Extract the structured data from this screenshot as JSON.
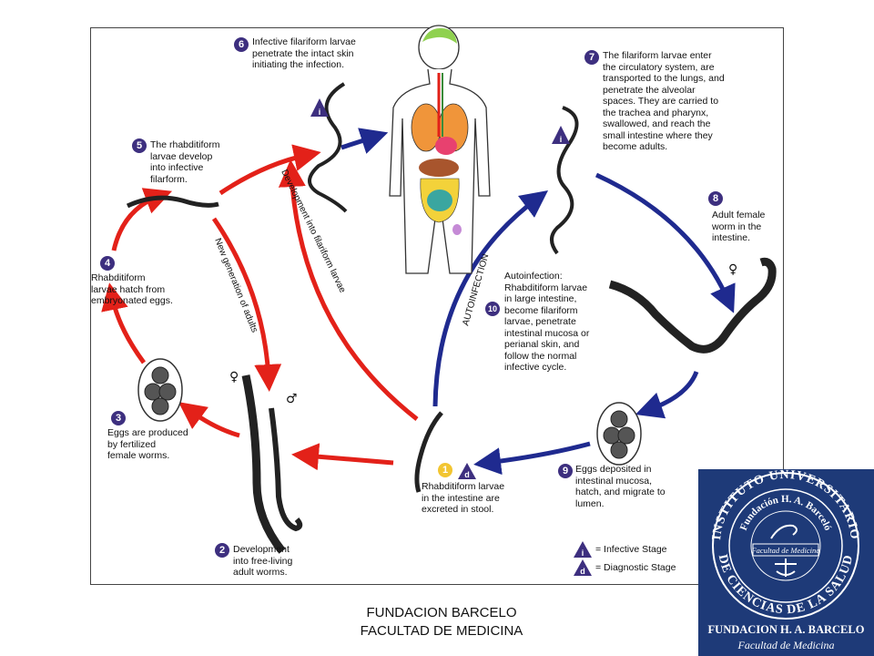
{
  "steps": [
    {
      "number": "1",
      "text_lines": [
        "Rhabditiform larvae",
        "in the intestine are",
        "excreted in stool."
      ]
    },
    {
      "number": "2",
      "text_lines": [
        "Development",
        "into free-living",
        "adult worms."
      ]
    },
    {
      "number": "3",
      "text_lines": [
        "Eggs are produced",
        "by fertilized",
        "female worms."
      ]
    },
    {
      "number": "4",
      "text_lines": [
        "Rhabditiform",
        "larvae hatch from",
        "embryonated eggs."
      ]
    },
    {
      "number": "5",
      "text_lines": [
        "The rhabditiform",
        "larvae develop",
        "into infective",
        "filarform."
      ]
    },
    {
      "number": "6",
      "text_lines": [
        "Infective filariform larvae",
        "penetrate the intact skin",
        "initiating the infection."
      ]
    },
    {
      "number": "7",
      "text_lines": [
        "The filariform larvae enter",
        "the circulatory system, are",
        "transported to the lungs, and",
        "penetrate the alveolar",
        "spaces.  They are carried to",
        "the trachea and pharynx,",
        "swallowed, and reach the",
        "small intestine where they",
        "become adults."
      ]
    },
    {
      "number": "8",
      "text_lines": [
        "Adult female",
        "worm in the",
        "intestine."
      ]
    },
    {
      "number": "9",
      "text_lines": [
        "Eggs deposited in",
        "intestinal mucosa,",
        "hatch, and migrate to",
        "lumen."
      ]
    },
    {
      "number": "10",
      "text_lines": [
        "Autoinfection:",
        "Rhabditiform larvae",
        "in large intestine,",
        "become filariform",
        "larvae, penetrate",
        "intestinal mucosa or",
        "perianal skin, and",
        "follow the normal",
        "infective cycle."
      ]
    }
  ],
  "arrow_labels": {
    "new_generation": "New generation of adults",
    "development_filariform": "Development into filariform larvae",
    "autoinfection": "AUTOINFECTION"
  },
  "sex_symbols": {
    "female": "♀",
    "male": "♂"
  },
  "stage_badges": {
    "infective": "i",
    "diagnostic": "d"
  },
  "legend": [
    {
      "badge": "i",
      "text": "= Infective Stage"
    },
    {
      "badge": "d",
      "text": "= Diagnostic Stage"
    }
  ],
  "footer": {
    "line1": "FUNDACION BARCELO",
    "line2": "FACULTAD DE MEDICINA"
  },
  "logo": {
    "ring_top": "INSTITUTO UNIVERSITARIO",
    "ring_bottom": "DE CIENCIAS DE LA SALUD",
    "inner_ring": "Fundación H. A. Barceló",
    "banner": "Facultad de Medicina",
    "name": "FUNDACION H. A. BARCELO",
    "subtitle": "Facultad de Medicina"
  },
  "colors": {
    "red_arrow": "#e32119",
    "blue_arrow": "#1f2a8f",
    "badge": "#3d2f7f",
    "yellow_badge": "#f2c531",
    "logo_bg": "#1e3a78"
  }
}
